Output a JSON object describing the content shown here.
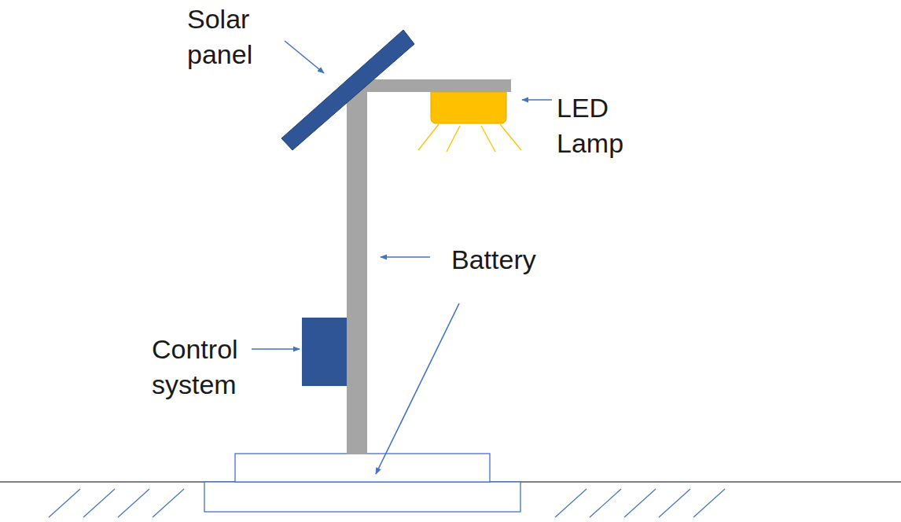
{
  "diagram": {
    "labels": [
      "Solar panel",
      "LED Lamp",
      "Battery",
      "Control system"
    ]
  }
}
